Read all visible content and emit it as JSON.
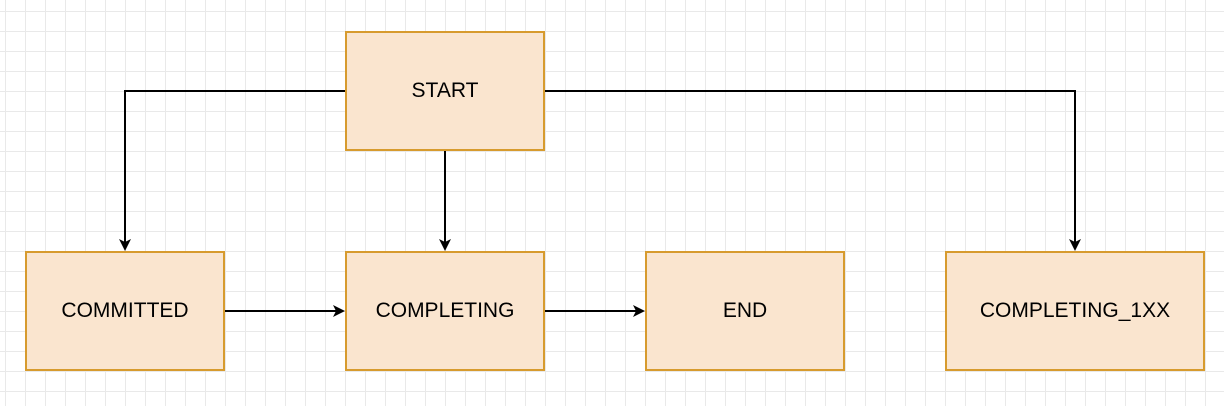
{
  "diagram": {
    "nodes": {
      "start": "START",
      "committed": "COMMITTED",
      "completing": "COMPLETING",
      "end": "END",
      "completing_1xx": "COMPLETING_1XX"
    },
    "edges": [
      {
        "from": "START",
        "to": "COMMITTED"
      },
      {
        "from": "START",
        "to": "COMPLETING"
      },
      {
        "from": "START",
        "to": "COMPLETING_1XX"
      },
      {
        "from": "COMMITTED",
        "to": "COMPLETING"
      },
      {
        "from": "COMPLETING",
        "to": "END"
      }
    ]
  },
  "colors": {
    "node_fill": "#fae5cf",
    "node_border": "#d79b2e",
    "edge": "#000000"
  }
}
